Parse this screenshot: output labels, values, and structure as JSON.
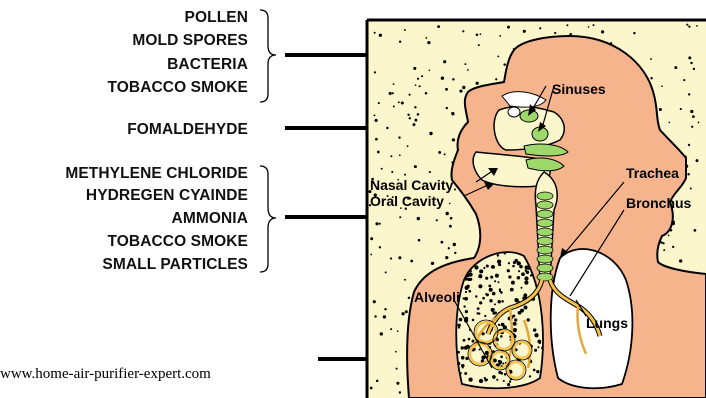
{
  "groups": [
    {
      "items": [
        "POLLEN",
        "MOLD SPORES",
        "BACTERIA",
        "TOBACCO SMOKE"
      ]
    },
    {
      "items": [
        "FOMALDEHYDE"
      ]
    },
    {
      "items": [
        "METHYLENE CHLORIDE",
        "HYDREGEN CYAINDE",
        "AMMONIA",
        "TOBACCO SMOKE",
        "SMALL PARTICLES"
      ]
    }
  ],
  "anatomy_labels": {
    "sinuses": "Sinuses",
    "nasal_cavity": "Nasal Cavity",
    "oral_cavity": "Oral Cavity",
    "trachea": "Trachea",
    "bronchus": "Bronchus",
    "alveoli": "Alveoli",
    "lungs": "Lungs"
  },
  "source": "www.home-air-purifier-expert.com",
  "colors": {
    "background_air": "#fcf6cc",
    "skin": "#f5b48c",
    "airway_green": "#9ed86a",
    "lung_white": "#ffffff",
    "ink": "#000000"
  }
}
